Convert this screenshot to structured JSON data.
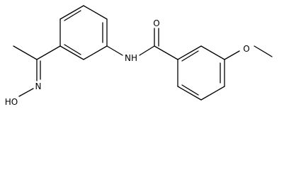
{
  "labels": {
    "carbonyl_oxygen": "O",
    "amide_nh": "NH",
    "ether_oxygen": "O",
    "oxime_nitrogen": "N",
    "oxime_hydroxyl": "HO"
  }
}
